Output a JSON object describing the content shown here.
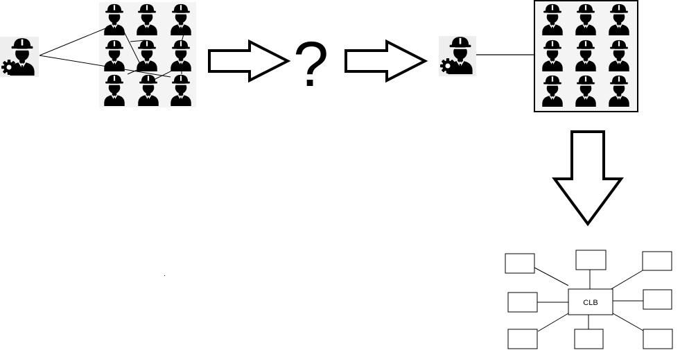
{
  "diagram": {
    "question_mark": "?",
    "hub_label": "CLB",
    "colors": {
      "ink": "#000000",
      "background": "#ffffff"
    },
    "icons": {
      "worker": "worker-hardhat-icon",
      "manager": "worker-with-gear-icon"
    },
    "flow": [
      "manager-with-tangled-worker-network",
      "question-mark",
      "manager-with-boxed-worker-team",
      "hub-and-spoke-organization"
    ]
  }
}
